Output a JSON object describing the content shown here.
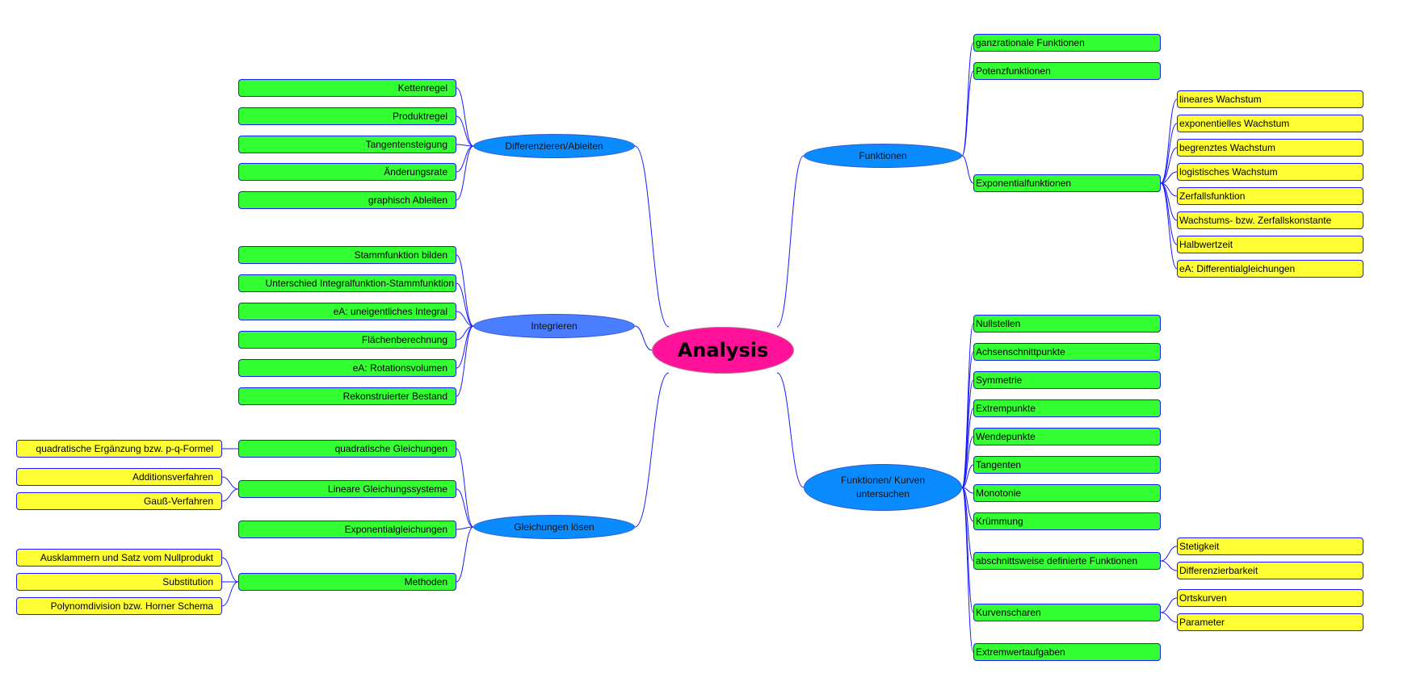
{
  "center": "Analysis",
  "colors": {
    "green": "#33ff33",
    "yellow": "#ffff33",
    "blue": "#0a8cff",
    "center": "#ff1199",
    "line": "#1a1aff"
  },
  "left": {
    "differenzieren": {
      "label": "Differenzieren/Ableiten",
      "items": [
        "Kettenregel",
        "Produktregel",
        "Tangentensteigung",
        "Änderungsrate",
        "graphisch Ableiten"
      ]
    },
    "integrieren": {
      "label": "Integrieren",
      "items": [
        "Stammfunktion bilden",
        "Unterschied Integralfunktion-Stammfunktion",
        "eA: uneigentliches Integral",
        "Flächenberechnung",
        "eA: Rotationsvolumen",
        "Rekonstruierter Bestand"
      ]
    },
    "gleichungen": {
      "label": "Gleichungen lösen",
      "items": [
        {
          "label": "quadratische Gleichungen",
          "sub": [
            "quadratische Ergänzung bzw. p-q-Formel"
          ]
        },
        {
          "label": "Lineare Gleichungssysteme",
          "sub": [
            "Additionsverfahren",
            "Gauß-Verfahren"
          ]
        },
        {
          "label": "Exponentialgleichungen",
          "sub": []
        },
        {
          "label": "Methoden",
          "sub": [
            "Ausklammern und Satz vom Nullprodukt",
            "Substitution",
            "Polynomdivision bzw. Horner Schema"
          ]
        }
      ]
    }
  },
  "right": {
    "funktionen": {
      "label": "Funktionen",
      "items": [
        {
          "label": "ganzrationale Funktionen",
          "sub": []
        },
        {
          "label": "Potenzfunktionen",
          "sub": []
        },
        {
          "label": "Exponentialfunktionen",
          "sub": [
            "lineares Wachstum",
            "exponentielles Wachstum",
            "begrenztes Wachstum",
            "logistisches Wachstum",
            "Zerfallsfunktion",
            "Wachstums- bzw. Zerfallskonstante",
            "Halbwertzeit",
            "eA: Differentialgleichungen"
          ]
        }
      ]
    },
    "kurven": {
      "label": "Funktionen/ Kurven untersuchen",
      "items": [
        {
          "label": "Nullstellen",
          "sub": []
        },
        {
          "label": "Achsenschnittpunkte",
          "sub": []
        },
        {
          "label": "Symmetrie",
          "sub": []
        },
        {
          "label": "Extrempunkte",
          "sub": []
        },
        {
          "label": "Wendepunkte",
          "sub": []
        },
        {
          "label": "Tangenten",
          "sub": []
        },
        {
          "label": "Monotonie",
          "sub": []
        },
        {
          "label": "Krümmung",
          "sub": []
        },
        {
          "label": "abschnittsweise definierte Funktionen",
          "sub": [
            "Stetigkeit",
            "Differenzierbarkeit"
          ]
        },
        {
          "label": "Kurvenscharen",
          "sub": [
            "Ortskurven",
            "Parameter"
          ]
        },
        {
          "label": "Extremwertaufgaben",
          "sub": []
        }
      ]
    }
  }
}
